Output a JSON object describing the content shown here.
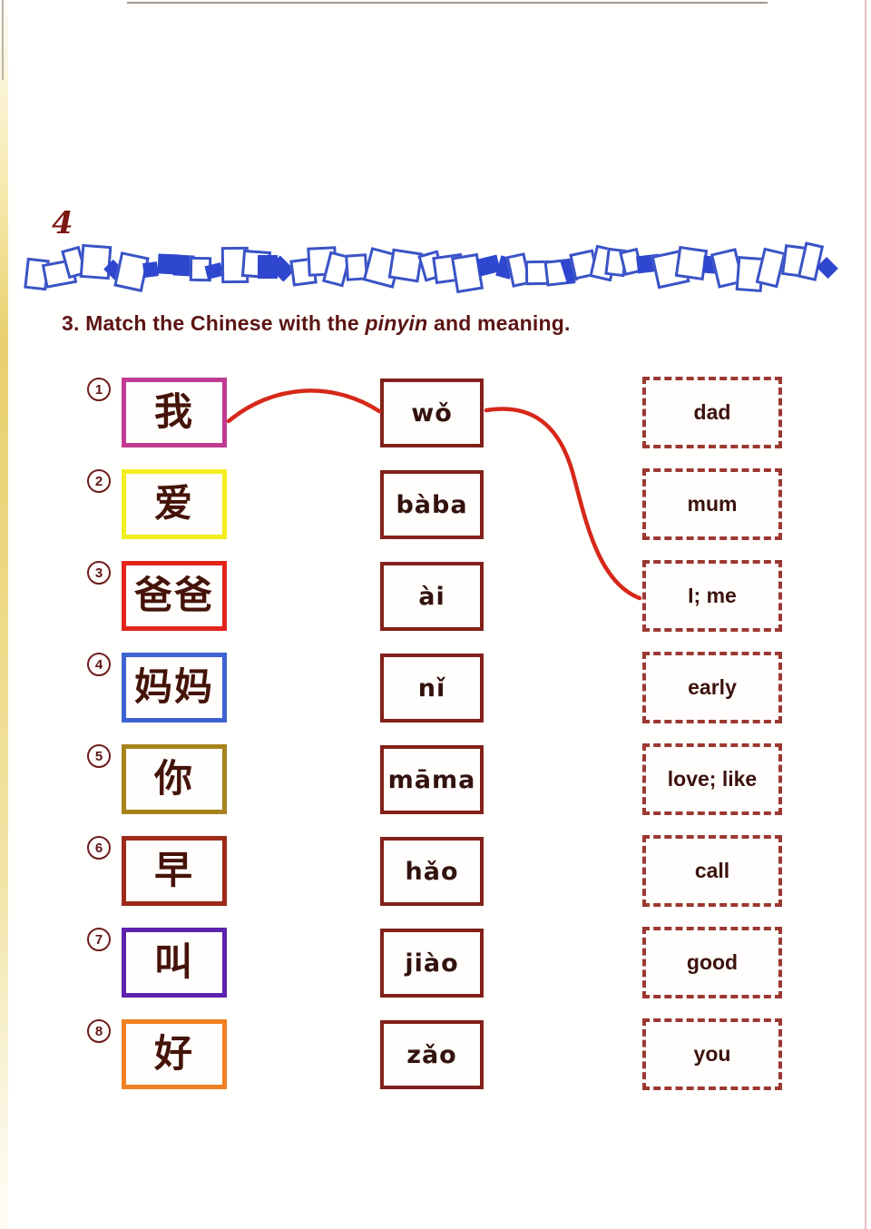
{
  "page": {
    "number": "4"
  },
  "title": {
    "prefix": "3. Match the Chinese with the ",
    "italic": "pinyin",
    "suffix": " and meaning."
  },
  "rows": [
    {
      "num": "1",
      "chinese": "我",
      "border": "#c13a92",
      "pinyin": "wǒ",
      "meaning": "dad"
    },
    {
      "num": "2",
      "chinese": "爱",
      "border": "#f2ee1c",
      "pinyin": "bàba",
      "meaning": "mum"
    },
    {
      "num": "3",
      "chinese": "爸爸",
      "border": "#e3241d",
      "pinyin": "ài",
      "meaning": "I; me"
    },
    {
      "num": "4",
      "chinese": "妈妈",
      "border": "#3d62d2",
      "pinyin": "nǐ",
      "meaning": "early"
    },
    {
      "num": "5",
      "chinese": "你",
      "border": "#a5831d",
      "pinyin": "māma",
      "meaning": "love; like"
    },
    {
      "num": "6",
      "chinese": "早",
      "border": "#9e2a1a",
      "pinyin": "hǎo",
      "meaning": "call"
    },
    {
      "num": "7",
      "chinese": "叫",
      "border": "#5d23ae",
      "pinyin": "jiào",
      "meaning": "good"
    },
    {
      "num": "8",
      "chinese": "好",
      "border": "#f08024",
      "pinyin": "zǎo",
      "meaning": "you"
    }
  ],
  "connection": {
    "drawn_match": {
      "from_chinese": "我",
      "via_pinyin": "wǒ",
      "to_meaning": "I; me"
    },
    "color": "#d6281a"
  },
  "colors": {
    "title_text": "#5b1413",
    "character_ink": "#451309",
    "pinyin_box_border": "#82211b",
    "meaning_box_border": "#9c3831",
    "band_blue": "#3a53c6",
    "match_line_red": "#d6281a",
    "page_edge_yellow": "#e9d06e"
  }
}
